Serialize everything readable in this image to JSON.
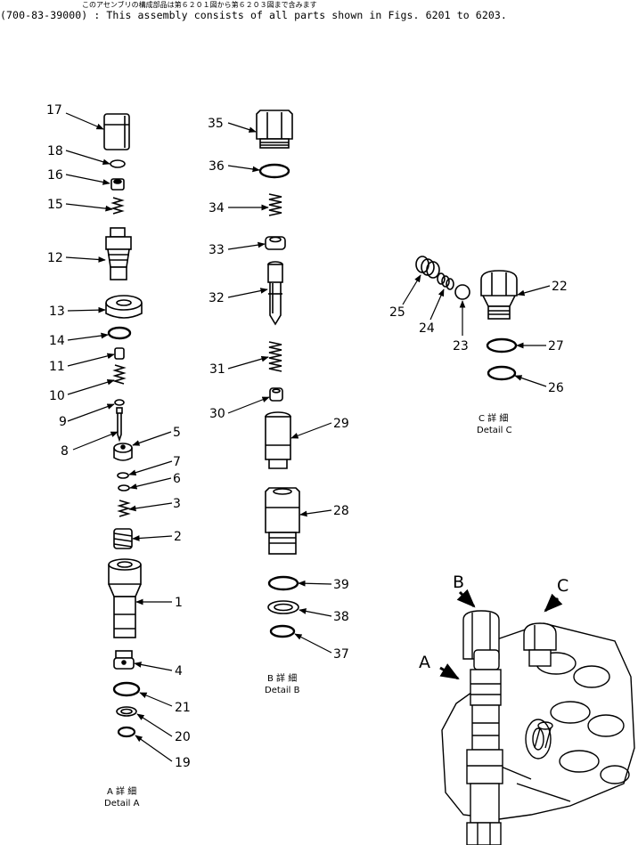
{
  "header": {
    "line_jp": "このアセンブリの構成部品は第６２０１図から第６２０３図まで含みます",
    "line_en": "(700-83-39000) : This assembly consists of all parts shown in Figs. 6201 to 6203."
  },
  "detail_a": {
    "caption_jp": "A 詳 細",
    "caption_en": "Detail A",
    "callouts": [
      "17",
      "18",
      "16",
      "15",
      "12",
      "13",
      "14",
      "11",
      "10",
      "9",
      "8",
      "5",
      "7",
      "6",
      "3",
      "2",
      "1",
      "4",
      "21",
      "20",
      "19"
    ]
  },
  "detail_b": {
    "caption_jp": "B 詳 細",
    "caption_en": "Detail B",
    "callouts": [
      "35",
      "36",
      "34",
      "33",
      "32",
      "31",
      "30",
      "29",
      "28",
      "39",
      "38",
      "37"
    ]
  },
  "detail_c": {
    "caption_jp": "C 詳 細",
    "caption_en": "Detail C",
    "callouts": [
      "22",
      "25",
      "24",
      "23",
      "27",
      "26"
    ]
  },
  "assembly_view": {
    "labels": [
      "A",
      "B",
      "C"
    ]
  }
}
